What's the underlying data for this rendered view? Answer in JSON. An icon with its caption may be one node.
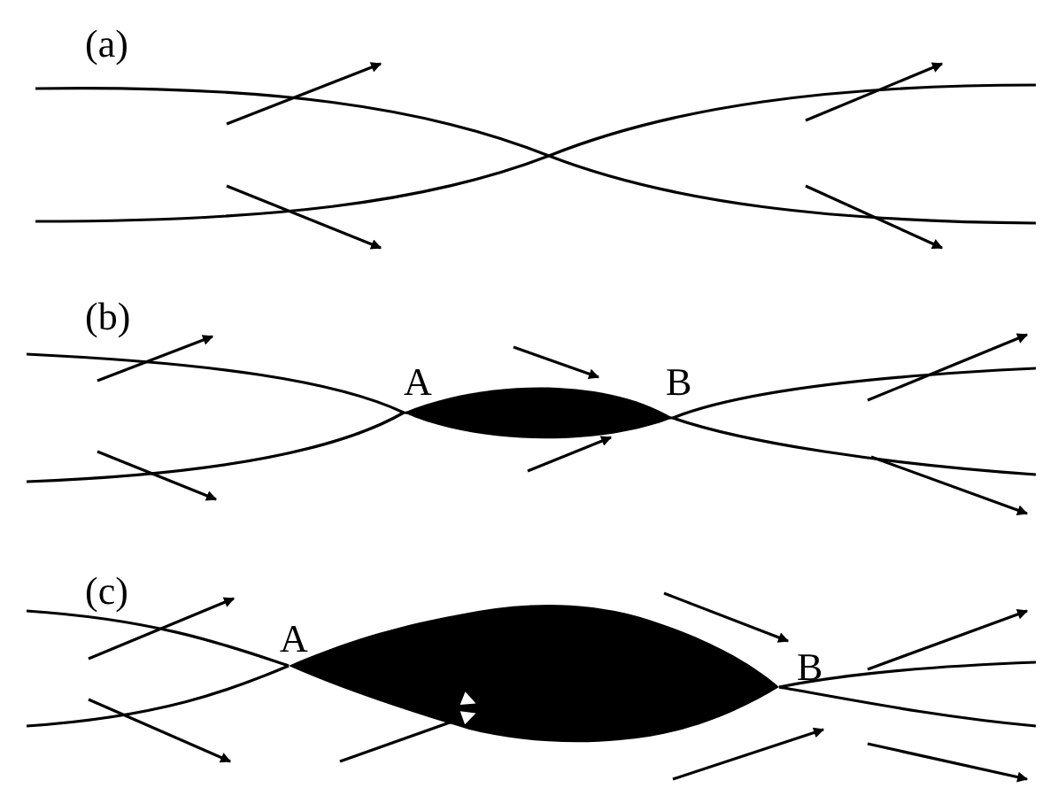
{
  "diagram": {
    "labels": [
      "(a)",
      "(b)",
      "A",
      "B",
      "(c)",
      "A",
      "B"
    ]
  }
}
